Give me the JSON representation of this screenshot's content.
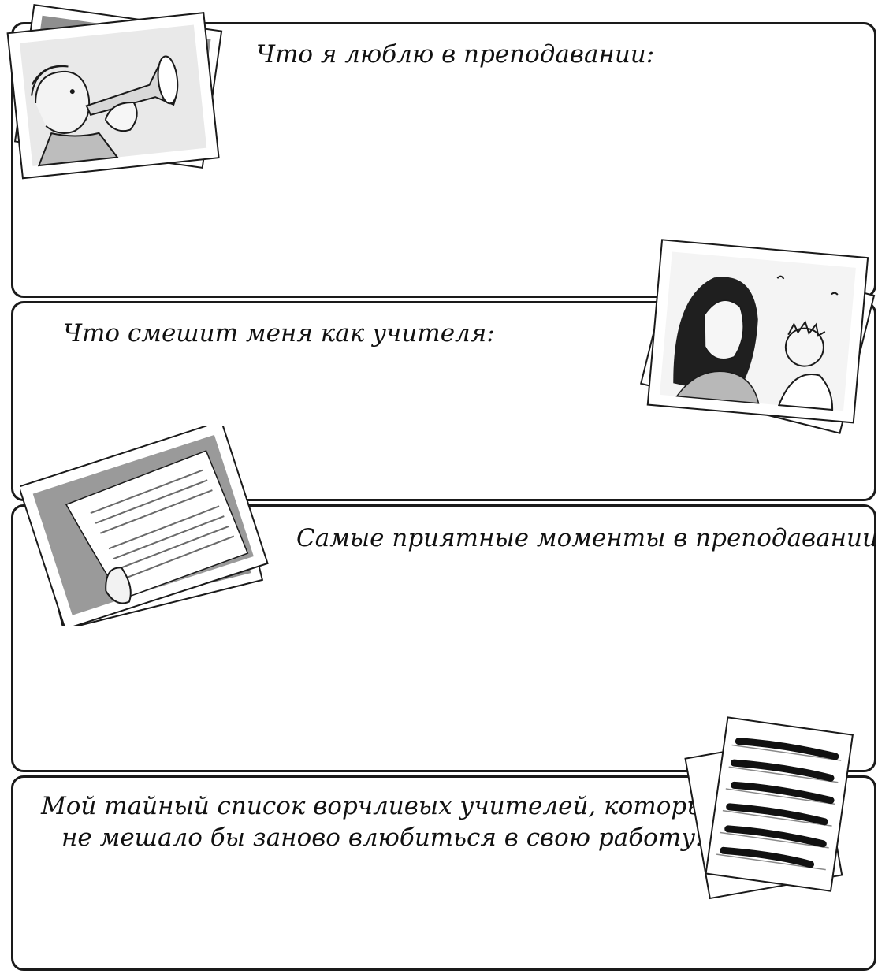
{
  "sections": [
    {
      "prompt": "Что я люблю в преподавании:"
    },
    {
      "prompt": "Что смешит меня как учителя:"
    },
    {
      "prompt": "Самые приятные моменты в преподавании:"
    },
    {
      "prompt_line1": "Мой тайный список ворчливых учителей, которым",
      "prompt_line2": "не мешало бы заново влюбиться в свою работу:"
    }
  ],
  "colors": {
    "ink": "#1a1a1a",
    "photo_gray": "#9a9a9a",
    "paper": "#ffffff"
  }
}
